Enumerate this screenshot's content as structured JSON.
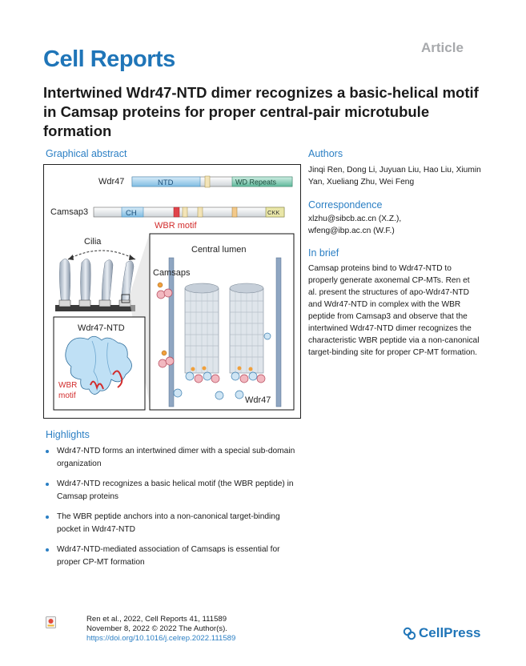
{
  "header": {
    "article_tag": "Article",
    "journal": "Cell Reports",
    "title": "Intertwined Wdr47-NTD dimer recognizes a basic-helical motif in Camsap proteins for proper central-pair microtubule formation"
  },
  "graphical_abstract": {
    "heading": "Graphical abstract",
    "labels": {
      "wdr47": "Wdr47",
      "ntd": "NTD",
      "wd_repeats": "WD Repeats",
      "camsap3": "Camsap3",
      "ch": "CH",
      "ckk": "CKK",
      "wbr_motif": "WBR motif",
      "cilia": "Cilia",
      "central_lumen": "Central lumen",
      "camsaps": "Camsaps",
      "wdr47_ntd": "Wdr47-NTD",
      "wbr": "WBR",
      "motif": "motif",
      "wdr47_bottom": "Wdr47"
    }
  },
  "authors": {
    "heading": "Authors",
    "text": "Jinqi Ren, Dong Li, Juyuan Liu, Hao Liu, Xiumin Yan, Xueliang Zhu, Wei Feng"
  },
  "correspondence": {
    "heading": "Correspondence",
    "line1": "xlzhu@sibcb.ac.cn (X.Z.),",
    "line2": "wfeng@ibp.ac.cn (W.F.)"
  },
  "in_brief": {
    "heading": "In brief",
    "text": "Camsap proteins bind to Wdr47-NTD to properly generate axonemal CP-MTs. Ren et al. present the structures of apo-Wdr47-NTD and Wdr47-NTD in complex with the WBR peptide from Camsap3 and observe that the intertwined Wdr47-NTD dimer recognizes the characteristic WBR peptide via a non-canonical target-binding site for proper CP-MT formation."
  },
  "highlights": {
    "heading": "Highlights",
    "items": [
      "Wdr47-NTD forms an intertwined dimer with a special sub-domain organization",
      "Wdr47-NTD recognizes a basic helical motif (the WBR peptide) in Camsap proteins",
      "The WBR peptide anchors into a non-canonical target-binding pocket in Wdr47-NTD",
      "Wdr47-NTD-mediated association of Camsaps is essential for proper CP-MT formation"
    ]
  },
  "citation": {
    "line1": "Ren et al., 2022, Cell Reports 41, 111589",
    "line2": "November 8, 2022 © 2022 The Author(s).",
    "line3": "https://doi.org/10.1016/j.celrep.2022.111589"
  },
  "publisher": "CellPress",
  "colors": {
    "brand_blue": "#1f75b8",
    "wbr_red": "#d22b2b"
  }
}
